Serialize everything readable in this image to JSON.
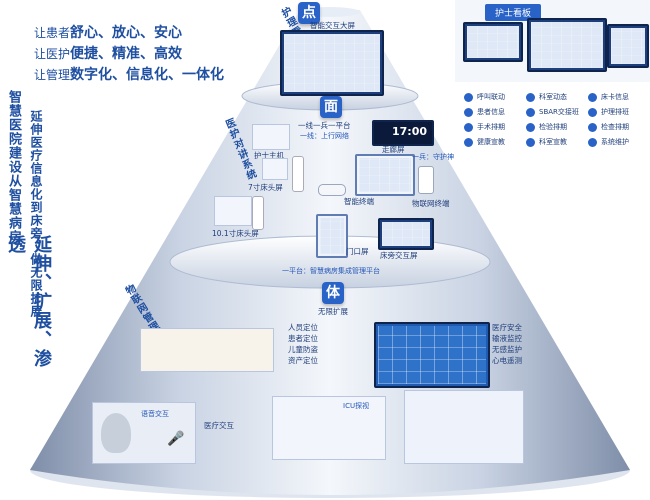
{
  "left_slogans": {
    "patient": {
      "prefix": "让患者",
      "emph": "舒心、放心、安心"
    },
    "nursing": {
      "prefix": "让医护",
      "emph": "便捷、精准、高效"
    },
    "management": {
      "prefix": "让管理",
      "emph": "数字化、信息化、一体化"
    }
  },
  "left_vertical": {
    "col1_a": "智慧医院建设从智慧病房",
    "col1_b": "延伸、扩展、渗透",
    "col2": "延伸医疗信息化到床旁，做无限扩展"
  },
  "tier_top": {
    "badge": "点",
    "side_label": "护理看板系统",
    "screen_label": "智能交互大屏"
  },
  "tier_mid": {
    "badge": "面",
    "side_label": "医护对讲系统",
    "heading": "一线一兵一平台",
    "line_one": "一线：上行网络",
    "line_two": "一兵：守护神",
    "line_three": "一平台：智慧病房集成管理平台",
    "devices": {
      "nurse_host": "护士主机",
      "corridor": "走廊屏",
      "bed_7": "7寸床头屏",
      "smart_terminal": "智能终端",
      "iot_terminal": "物联网终端",
      "bed_10": "10.1寸床头屏",
      "door": "门口屏",
      "bedside_interactive": "床旁交互屏"
    },
    "clock": "17:00"
  },
  "tier_bottom": {
    "badge": "体",
    "side_label": "物联网管理系统",
    "expand_label": "无限扩展",
    "locate": [
      "人员定位",
      "患者定位",
      "儿童防盗",
      "资产定位"
    ],
    "safety": [
      "医疗安全",
      "输液监控",
      "无感监护",
      "心电遥测"
    ],
    "voice": "语音交互",
    "medical_interaction": "医疗交互",
    "icu": "ICU探视"
  },
  "nurse_board": {
    "title": "护士看板",
    "features": [
      {
        "label": "呼叫联动"
      },
      {
        "label": "科室动态"
      },
      {
        "label": "床卡信息"
      },
      {
        "label": "患者信息"
      },
      {
        "label": "SBAR交接班"
      },
      {
        "label": "护理排班"
      },
      {
        "label": "手术排期"
      },
      {
        "label": "检验排期"
      },
      {
        "label": "检查排期"
      },
      {
        "label": "健康宣教"
      },
      {
        "label": "科室宣教"
      },
      {
        "label": "系统维护"
      }
    ]
  },
  "colors": {
    "accent": "#2a63c7",
    "cone_light": "#e9eef6",
    "cone_dark": "#8e9db7",
    "text_blue": "#1f4fa0"
  }
}
